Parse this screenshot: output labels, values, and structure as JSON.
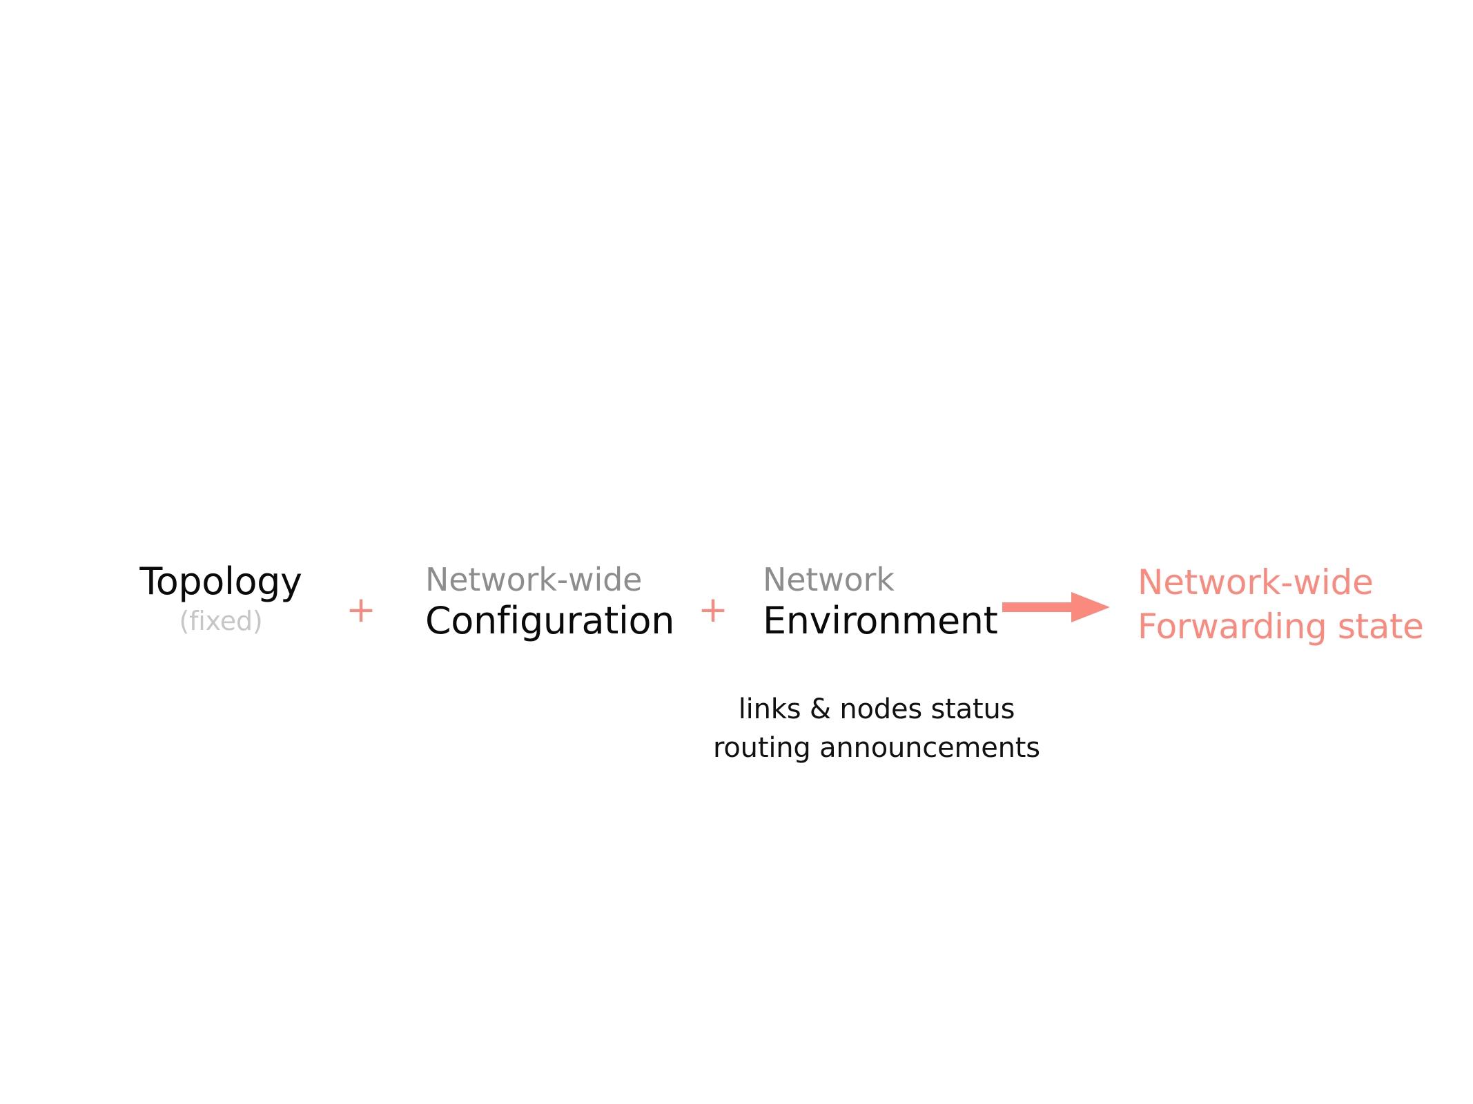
{
  "slide": {
    "background_color": "#ffffff",
    "accent_color": "#fa8a7e",
    "muted_color": "#8d8d8d",
    "dark_color": "#0a0a0a",
    "faint_color": "#c6c6c6"
  },
  "formula": {
    "terms": [
      {
        "id": "topology",
        "top_label": "",
        "main_label": "Topology",
        "sub_label": "(fixed)",
        "main_color": "#0a0a0a",
        "sub_color": "#c6c6c6"
      },
      {
        "id": "configuration",
        "top_label": "Network-wide",
        "main_label": "Configuration",
        "top_color": "#8d8d8d",
        "main_color": "#0a0a0a"
      },
      {
        "id": "environment",
        "top_label": "Network",
        "main_label": "Environment",
        "top_color": "#8d8d8d",
        "main_color": "#0a0a0a"
      },
      {
        "id": "forwarding-state",
        "top_label": "Network-wide",
        "main_label": "Forwarding state",
        "top_color": "#fa8a7e",
        "main_color": "#fa8a7e"
      }
    ],
    "operators": [
      {
        "id": "plus-1",
        "symbol": "+",
        "color": "#fa8a7e"
      },
      {
        "id": "plus-2",
        "symbol": "+",
        "color": "#fa8a7e"
      }
    ],
    "arrow": {
      "name": "right-arrow-icon",
      "direction": "right",
      "color": "#fa8a7e"
    }
  },
  "annotations": {
    "lines": [
      "links & nodes status",
      "routing announcements"
    ]
  }
}
